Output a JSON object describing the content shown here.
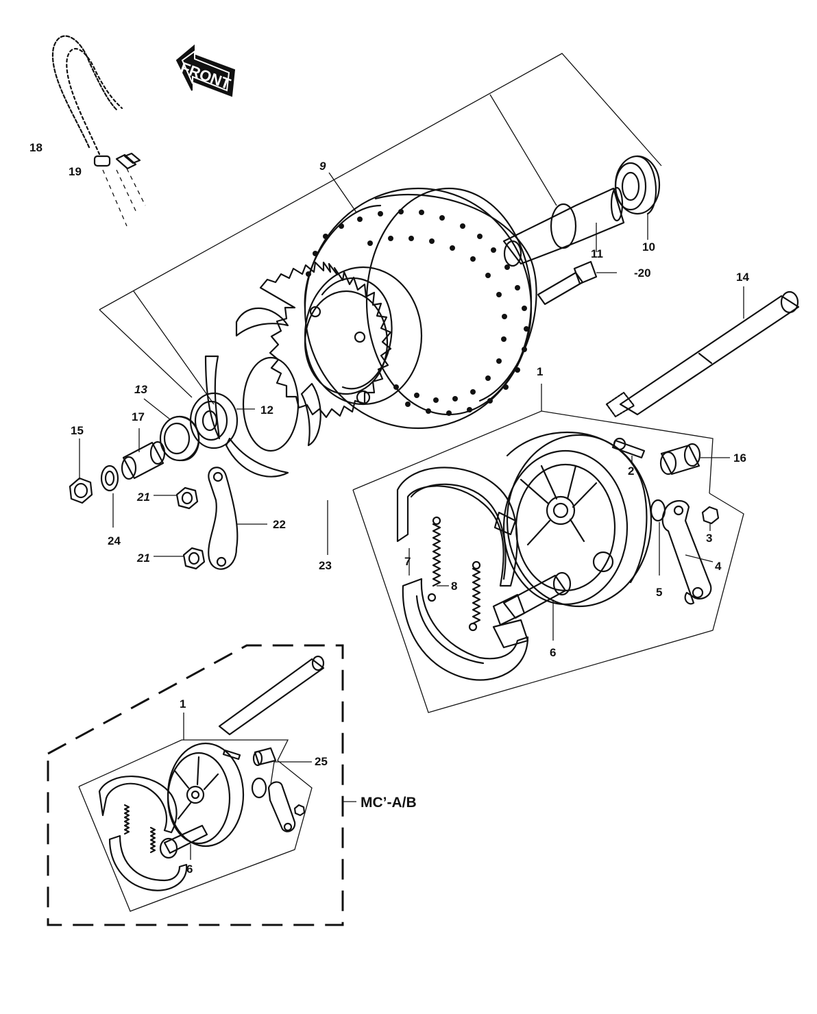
{
  "direction_badge": {
    "text": "FRONT"
  },
  "callouts": {
    "c1": "1",
    "c1b": "1",
    "c2": "2",
    "c3": "3",
    "c4": "4",
    "c5": "5",
    "c6": "6",
    "c6b": "6",
    "c7": "7",
    "c8": "8",
    "c9": "9",
    "c10": "10",
    "c11": "11",
    "c12": "12",
    "c13": "13",
    "c14": "14",
    "c15": "15",
    "c16": "16",
    "c17": "17",
    "c18": "18",
    "c19": "19",
    "c20": "-20",
    "c21a": "21",
    "c21b": "21",
    "c22": "22",
    "c23": "23",
    "c24": "24",
    "c25": "25"
  },
  "variant_inset": {
    "label": "MC’-A/B"
  }
}
